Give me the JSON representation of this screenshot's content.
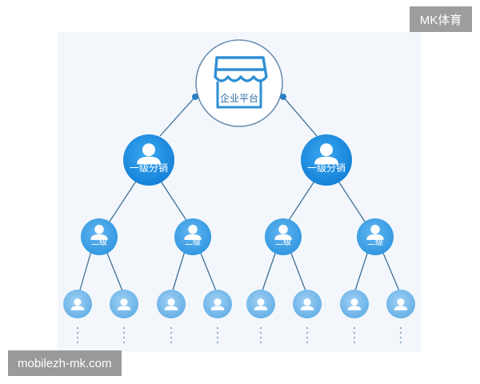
{
  "root": {
    "label": "企业平台"
  },
  "levels": {
    "level1_label": "一级分销",
    "level2_label": "二级"
  },
  "watermarks": {
    "top_right": "MK体育",
    "bottom_left": "mobilezh-mk.com"
  },
  "colors": {
    "line": "#3f6f96",
    "node_dark": "#1f8fe0",
    "node_mid": "#3ea2e8",
    "node_light": "#72b9ec",
    "root_border": "#6b8fb3",
    "store_icon": "#2f8fd4",
    "dots": "#8aa4bf"
  }
}
